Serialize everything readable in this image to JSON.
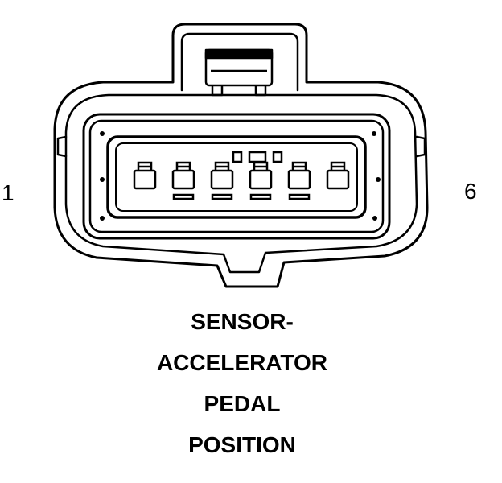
{
  "connector": {
    "pin_count": 6,
    "pin_label_left": "1",
    "pin_label_right": "6"
  },
  "caption": {
    "line1": "SENSOR-",
    "line2": "ACCELERATOR",
    "line3": "PEDAL",
    "line4": "POSITION"
  },
  "colors": {
    "stroke": "#000000",
    "background": "#ffffff"
  }
}
